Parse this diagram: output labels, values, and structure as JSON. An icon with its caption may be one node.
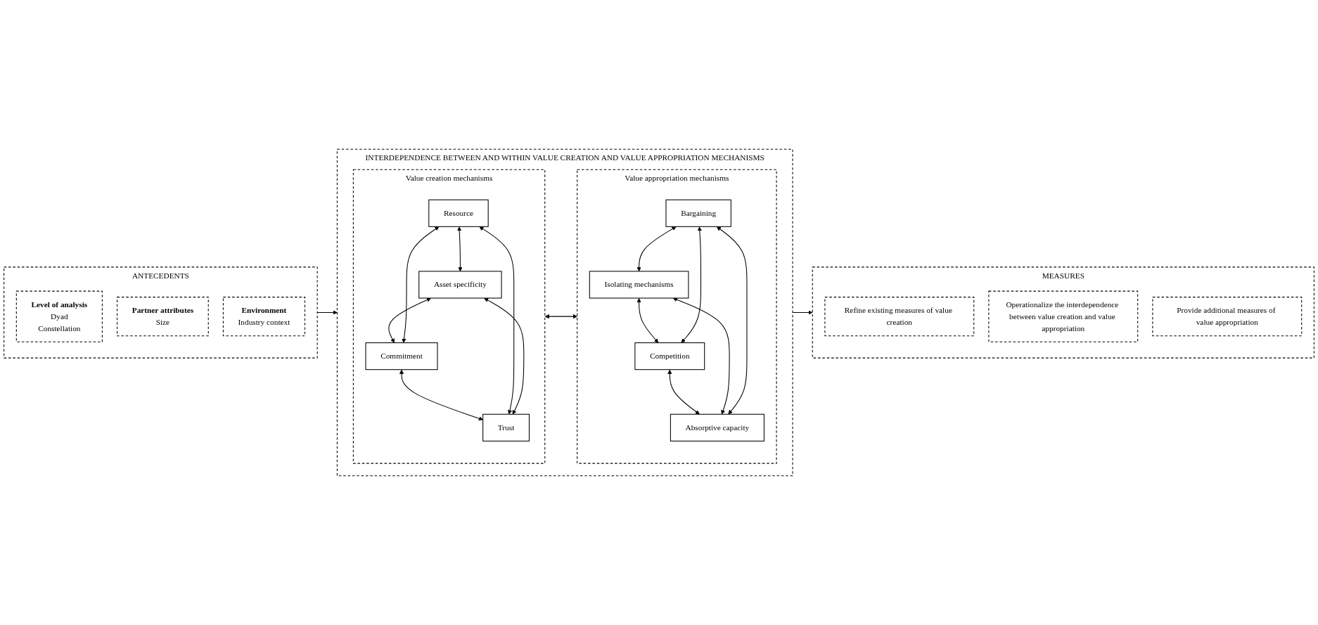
{
  "diagram": {
    "nodes": [
      {
        "text": [
          "ANTECEDENTS"
        ]
      },
      {
        "text": [
          "Level of analysis",
          "Dyad",
          "Constellation"
        ],
        "in": 0
      },
      {
        "text": [
          "Partner attributes",
          "Size"
        ],
        "in": 0
      },
      {
        "text": [
          "Environment",
          "Industry context"
        ],
        "in": 0
      },
      {
        "text": [
          "INTERDEPENDENCE BETWEEN AND WITHIN VALUE CREATION AND VALUE APPROPRIATION MECHANISMS"
        ]
      },
      {
        "text": [
          "Value creation mechanisms"
        ],
        "in": 4
      },
      {
        "text": [
          "Resource"
        ],
        "in": 5
      },
      {
        "text": [
          "Asset specificity"
        ],
        "in": 5
      },
      {
        "text": [
          "Commitment"
        ],
        "in": 5
      },
      {
        "text": [
          "Trust"
        ],
        "in": 5
      },
      {
        "text": [
          "Value appropriation mechanisms"
        ],
        "in": 4
      },
      {
        "text": [
          "Bargaining"
        ],
        "in": 10
      },
      {
        "text": [
          "Isolating mechanisms"
        ],
        "in": 10
      },
      {
        "text": [
          "Competition"
        ],
        "in": 10
      },
      {
        "text": [
          "Absorptive capacity"
        ],
        "in": 10
      },
      {
        "text": [
          "MEASURES"
        ]
      },
      {
        "text": [
          "Refine existing measures of value creation"
        ],
        "in": 15
      },
      {
        "text": [
          "Operationalize the interdependence between value creation and value appropriation"
        ],
        "in": 15
      },
      {
        "text": [
          "Provide additional measures of value appropriation"
        ],
        "in": 15
      }
    ],
    "edges": [
      {
        "from": 0,
        "to": 4,
        "arrow": "to"
      },
      {
        "from": 6,
        "to": 7,
        "arrow": "both"
      },
      {
        "from": 7,
        "to": 8,
        "arrow": "both"
      },
      {
        "from": 8,
        "to": 9,
        "arrow": "both"
      },
      {
        "from": 6,
        "to": 9,
        "arrow": "both"
      },
      {
        "from": 6,
        "to": 8,
        "arrow": "both"
      },
      {
        "from": 7,
        "to": 9,
        "arrow": "both"
      },
      {
        "from": 5,
        "to": 10,
        "arrow": "both"
      },
      {
        "from": 11,
        "to": 12,
        "arrow": "both"
      },
      {
        "from": 12,
        "to": 13,
        "arrow": "both"
      },
      {
        "from": 13,
        "to": 14,
        "arrow": "both"
      },
      {
        "from": 11,
        "to": 13,
        "arrow": "both"
      },
      {
        "from": 12,
        "to": 14,
        "arrow": "both"
      },
      {
        "from": 11,
        "to": 14,
        "arrow": "both"
      },
      {
        "from": 4,
        "to": 15,
        "arrow": "to"
      }
    ]
  }
}
